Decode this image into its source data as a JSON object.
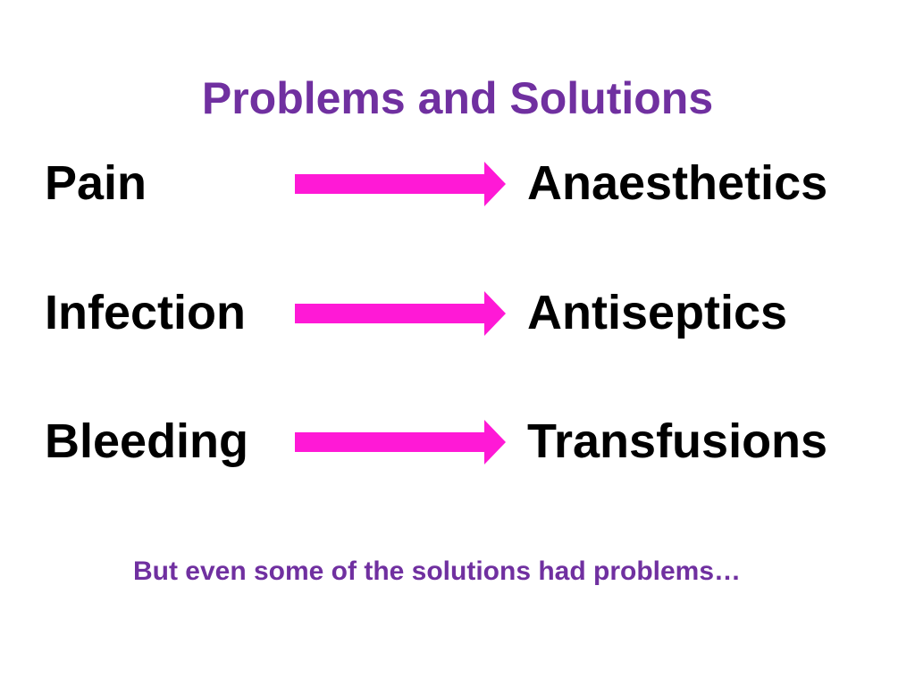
{
  "slide": {
    "title": "Problems and Solutions",
    "rows": [
      {
        "problem": "Pain",
        "solution": "Anaesthetics"
      },
      {
        "problem": "Infection",
        "solution": "Antiseptics"
      },
      {
        "problem": "Bleeding",
        "solution": "Transfusions"
      }
    ],
    "footer": "But even some of the solutions had problems…"
  },
  "colors": {
    "title": "#7030a0",
    "arrow": "#ff19d6",
    "text": "#000000"
  },
  "icons": {
    "arrow": "right-arrow-icon"
  }
}
